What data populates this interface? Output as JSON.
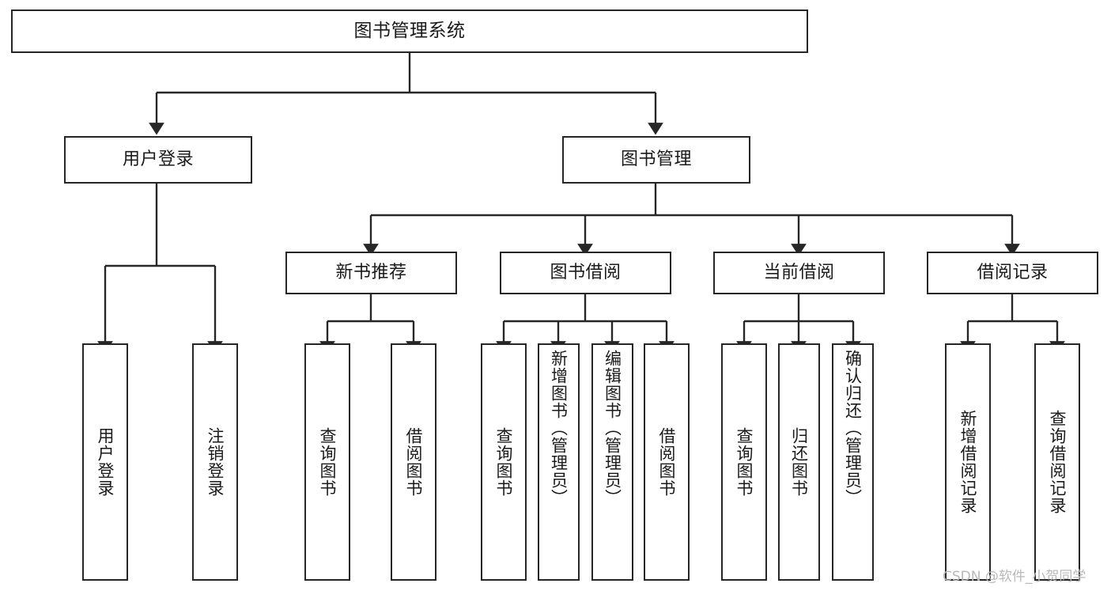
{
  "diagram": {
    "type": "tree-hierarchy-chart",
    "title": "图书管理系统",
    "background_color": "#ffffff",
    "line_color": "#262626",
    "text_color": "#1a1a1a",
    "watermark": "CSDN @软件_小贺同学",
    "nodes": {
      "root": {
        "label": "图书管理系统"
      },
      "level1": [
        {
          "id": "user-login",
          "label": "用户登录"
        },
        {
          "id": "book-management",
          "label": "图书管理"
        }
      ],
      "level2": [
        {
          "id": "new-book-recommend",
          "label": "新书推荐"
        },
        {
          "id": "book-borrow",
          "label": "图书借阅"
        },
        {
          "id": "current-borrow",
          "label": "当前借阅"
        },
        {
          "id": "borrow-record",
          "label": "借阅记录"
        }
      ],
      "leaves": [
        {
          "id": "leaf-user-login",
          "label": "用户登录",
          "parent": "user-login"
        },
        {
          "id": "leaf-logout-login",
          "label": "注销登录",
          "parent": "user-login"
        },
        {
          "id": "leaf-query-book-1",
          "label": "查询图书",
          "parent": "new-book-recommend"
        },
        {
          "id": "leaf-borrow-book-1",
          "label": "借阅图书",
          "parent": "new-book-recommend"
        },
        {
          "id": "leaf-query-book-2",
          "label": "查询图书",
          "parent": "book-borrow"
        },
        {
          "id": "leaf-add-book-admin",
          "label": "新增图书（管理员）",
          "parent": "book-borrow"
        },
        {
          "id": "leaf-edit-book-admin",
          "label": "编辑图书（管理员）",
          "parent": "book-borrow"
        },
        {
          "id": "leaf-borrow-book-2",
          "label": "借阅图书",
          "parent": "book-borrow"
        },
        {
          "id": "leaf-query-book-3",
          "label": "查询图书",
          "parent": "current-borrow"
        },
        {
          "id": "leaf-return-book",
          "label": "归还图书",
          "parent": "current-borrow"
        },
        {
          "id": "leaf-confirm-return-admin",
          "label": "确认归还（管理员）",
          "parent": "current-borrow"
        },
        {
          "id": "leaf-add-borrow-record",
          "label": "新增借阅记录",
          "parent": "borrow-record"
        },
        {
          "id": "leaf-query-borrow-record",
          "label": "查询借阅记录",
          "parent": "borrow-record"
        }
      ]
    }
  }
}
